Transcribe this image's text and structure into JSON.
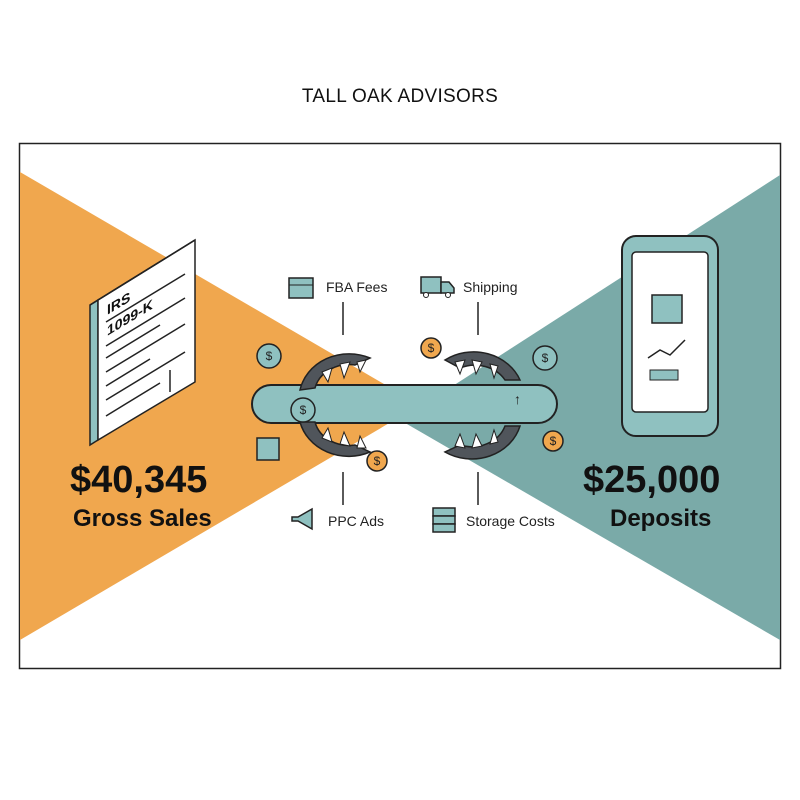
{
  "header": {
    "title": "TALL OAK ADVISORS"
  },
  "left": {
    "amount": "$40,345",
    "label": "Gross Sales",
    "form_line1": "IRS",
    "form_line2": "1099-K"
  },
  "right": {
    "amount": "$25,000",
    "label": "Deposits"
  },
  "fees": [
    {
      "label": "FBA Fees",
      "icon": "box-icon"
    },
    {
      "label": "Shipping",
      "icon": "truck-icon"
    },
    {
      "label": "PPC Ads",
      "icon": "megaphone-icon"
    },
    {
      "label": "Storage Costs",
      "icon": "stack-icon"
    }
  ],
  "colors": {
    "orange": "#F0A74E",
    "teal": "#7AAAA8",
    "pipe": "#8FC1C0",
    "jaw": "#50555B"
  }
}
